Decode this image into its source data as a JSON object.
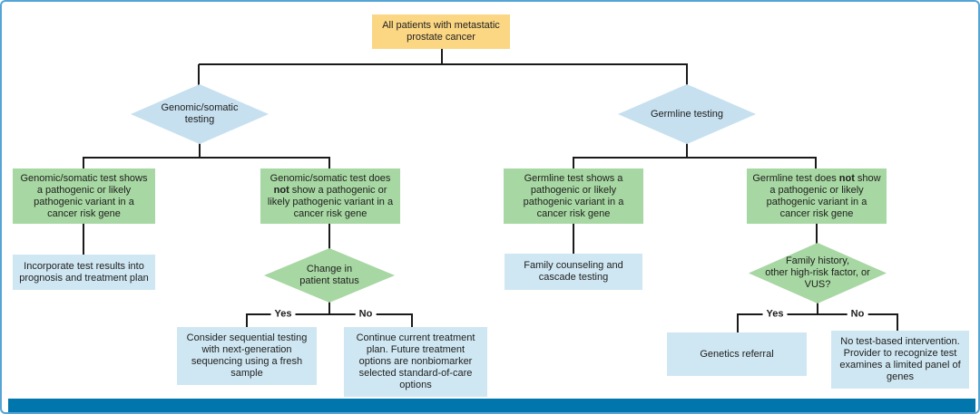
{
  "palette": {
    "yellow": "#FBD683",
    "green": "#A7D7A2",
    "blue": "#CFE7F2",
    "diamond_blue": "#C6E0EF",
    "bar": "#0076AD",
    "border": "#55A4D6",
    "line": "#1A1A1A"
  },
  "nodes": {
    "root": {
      "lines": [
        "All patients with metastatic",
        "prostate cancer"
      ]
    },
    "somatic_test": {
      "lines": [
        "Genomic/somatic",
        "testing"
      ]
    },
    "germline_test": {
      "lines": [
        "Germline testing"
      ]
    },
    "somatic_positive": {
      "lines": [
        "Genomic/somatic test shows",
        "a pathogenic or likely",
        "pathogenic variant in a",
        "cancer risk gene"
      ]
    },
    "somatic_negative": {
      "l1": "Genomic/somatic test does",
      "l2b": "not",
      "l2r": " show a pathogenic or",
      "l3": "likely pathogenic variant in a",
      "l4": "cancer risk gene"
    },
    "incorporate": {
      "lines": [
        "Incorporate test results into",
        "prognosis and treatment plan"
      ]
    },
    "change_status": {
      "lines": [
        "Change in",
        "patient status"
      ]
    },
    "sequential": {
      "lines": [
        "Consider sequential testing",
        "with next-generation",
        "sequencing using a fresh",
        "sample"
      ]
    },
    "continue_plan": {
      "lines": [
        "Continue current treatment",
        "plan. Future treatment",
        "options are nonbiomarker",
        "selected standard-of-care",
        "options"
      ]
    },
    "germline_positive": {
      "lines": [
        "Germline test shows a",
        "pathogenic or likely",
        "pathogenic variant in a",
        "cancer risk gene"
      ]
    },
    "germline_negative": {
      "l1a": "Germline test does ",
      "l1b": "not",
      "l1c": " show",
      "l2": "a pathogenic or likely",
      "l3": "pathogenic variant in a",
      "l4": "cancer risk gene"
    },
    "family_counseling": {
      "lines": [
        "Family counseling and",
        "cascade testing"
      ]
    },
    "family_history": {
      "lines": [
        "Family history,",
        "other high-risk factor, or",
        "VUS?"
      ]
    },
    "genetics_referral": {
      "lines": [
        "Genetics referral"
      ]
    },
    "no_intervention": {
      "lines": [
        "No test-based intervention.",
        "Provider to recognize test",
        "examines a limited panel of",
        "genes"
      ]
    }
  },
  "branch_labels": {
    "yes": "Yes",
    "no": "No"
  }
}
